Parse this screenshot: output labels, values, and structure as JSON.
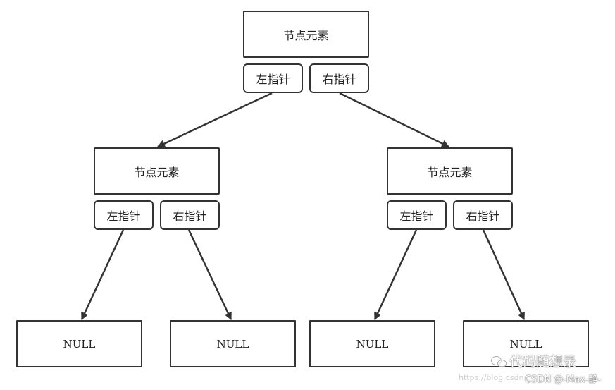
{
  "labels": {
    "node": "节点元素",
    "left_pointer": "左指针",
    "right_pointer": "右指针",
    "null": "NULL"
  },
  "watermark": {
    "brand": "代码随想录",
    "url": "https://blog.csdn",
    "author": "CSDN @-Max-静-"
  },
  "colors": {
    "stroke": "#333333",
    "background": "#ffffff"
  }
}
